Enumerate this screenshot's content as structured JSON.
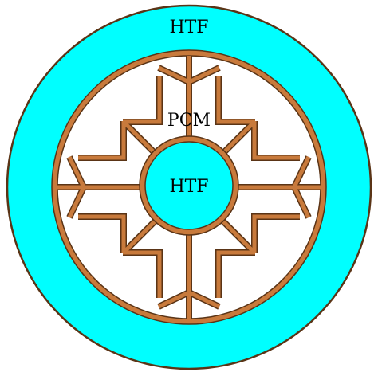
{
  "labels": {
    "outer_fluid": "HTF",
    "pcm_region": "PCM",
    "inner_fluid": "HTF"
  },
  "colors": {
    "htf_fill": "#00ffff",
    "fin_fill": "#c87a3c",
    "outline": "#5a3416",
    "background": "#ffffff",
    "text": "#000000"
  },
  "icons": [
    "double-pipe-heat-exchanger"
  ]
}
